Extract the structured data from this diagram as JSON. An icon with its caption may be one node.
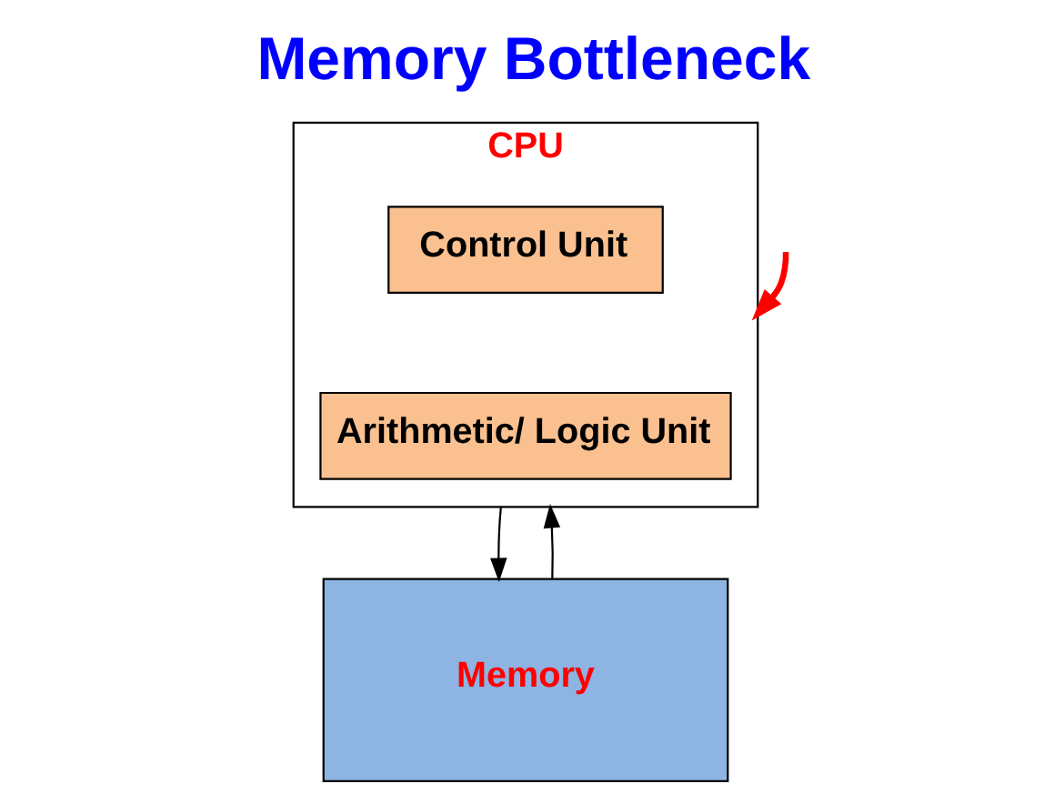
{
  "diagram": {
    "title": "Memory Bottleneck",
    "nodes": [
      {
        "text": [
          "CPU"
        ]
      },
      {
        "text": [
          "Control Unit"
        ],
        "in": 0
      },
      {
        "text": [
          "Arithmetic/ Logic Unit"
        ],
        "in": 0
      },
      {
        "text": [
          "Memory"
        ]
      }
    ],
    "edges": [
      {
        "from": 0,
        "to": 3,
        "arrow": "to"
      },
      {
        "from": 3,
        "to": 0,
        "arrow": "to"
      },
      {
        "from": null,
        "to": 0,
        "arrow": "to",
        "style": "thick",
        "color": "#ff0000"
      }
    ]
  }
}
